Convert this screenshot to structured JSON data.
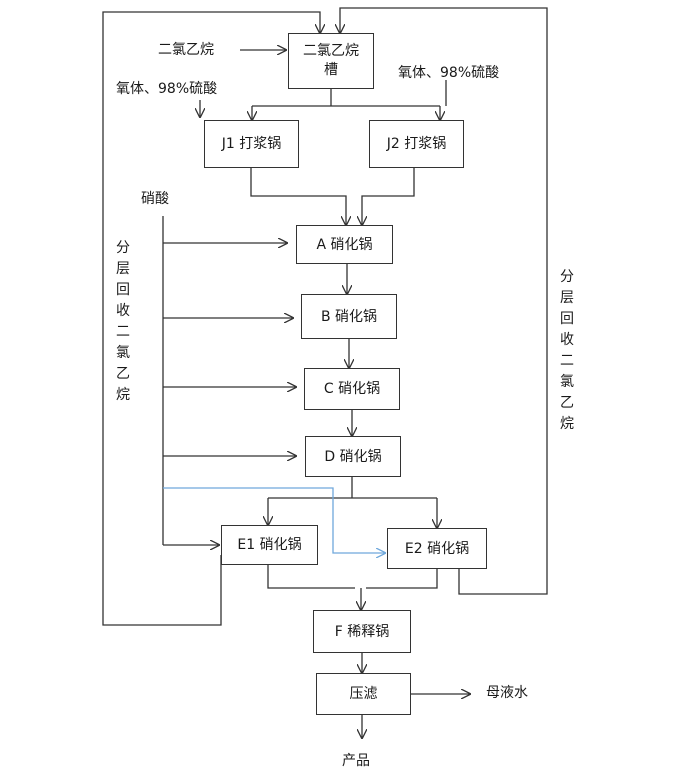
{
  "nodes": {
    "tank_line1": "二氯乙烷",
    "tank_line2": "槽",
    "j1": "J1 打浆锅",
    "j2": "J2 打浆锅",
    "a": "A 硝化锅",
    "b": "B 硝化锅",
    "c": "C 硝化锅",
    "d": "D 硝化锅",
    "e1": "E1 硝化锅",
    "e2": "E2 硝化锅",
    "f": "F 稀释锅",
    "press": "压滤"
  },
  "labels": {
    "input_dce": "二氯乙烷",
    "left_feed": "氧体、98%硫酸",
    "right_feed": "氧体、98%硫酸",
    "nitric_acid": "硝酸",
    "left_recycle": "分层回收二氯乙烷",
    "right_recycle": "分层回收二氯乙烷",
    "mother_liquor": "母液水",
    "product": "产品"
  },
  "colors": {
    "line": "#333333",
    "highlight_line": "#6fa8dc"
  }
}
